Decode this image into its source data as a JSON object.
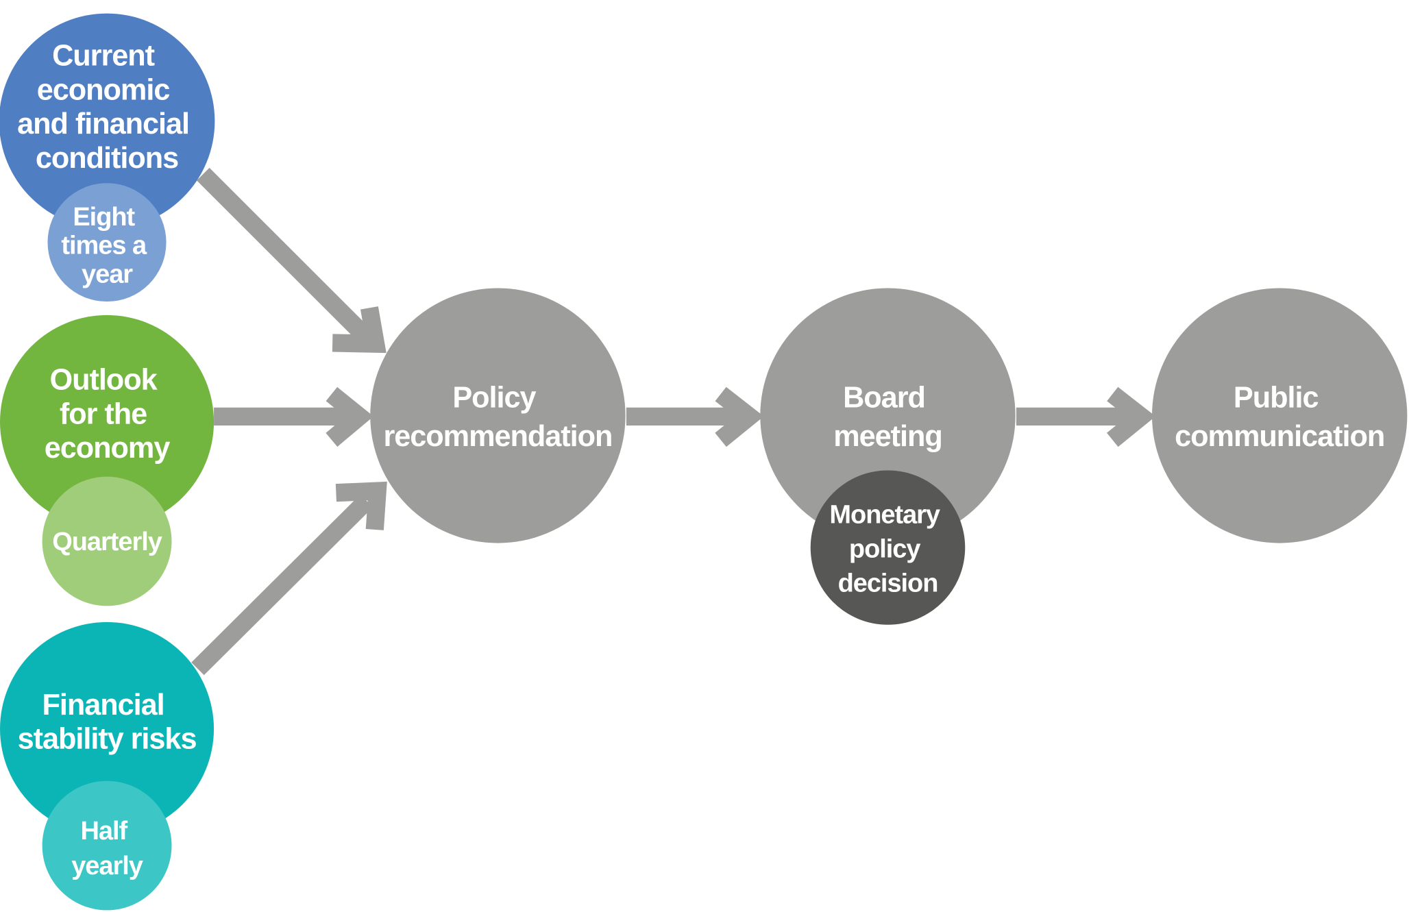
{
  "colors": {
    "current_conditions": "#4f7ec2",
    "current_conditions_freq": "#7ba0d4",
    "outlook": "#72b53f",
    "outlook_freq": "#9fcd7a",
    "financial_stability": "#0bb5b5",
    "financial_stability_freq": "#3cc6c6",
    "process_node": "#9d9d9b",
    "decision": "#575755",
    "arrow": "#9d9d9b"
  },
  "inputs": [
    {
      "label": [
        "Current",
        "economic",
        "and financial",
        "conditions"
      ],
      "frequency": [
        "Eight",
        "times a",
        "year"
      ]
    },
    {
      "label": [
        "Outlook",
        "for the",
        "economy"
      ],
      "frequency": [
        "Quarterly"
      ]
    },
    {
      "label": [
        "Financial",
        "stability risks"
      ],
      "frequency": [
        "Half",
        "yearly"
      ]
    }
  ],
  "process": [
    {
      "label": [
        "Policy",
        "recommendation"
      ]
    },
    {
      "label": [
        "Board",
        "meeting"
      ],
      "sub": [
        "Monetary",
        "policy",
        "decision"
      ]
    },
    {
      "label": [
        "Public",
        "communication"
      ]
    }
  ]
}
